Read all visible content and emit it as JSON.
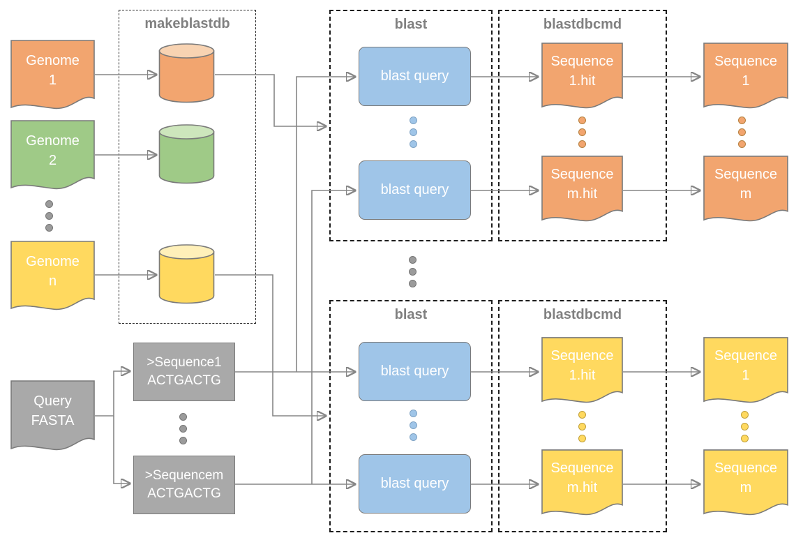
{
  "palette": {
    "orange": "#F2A56F",
    "orange-light": "#F8D3B2",
    "green": "#9FCA87",
    "green-light": "#CDE6BC",
    "yellow": "#FFD95F",
    "yellow-light": "#FFF0B9",
    "blue": "#9FC5E8",
    "gray-node": "#A9A9A9",
    "stroke": "#7a7a7a",
    "connector": "#868686",
    "group-label": "#808080",
    "dot-gray": "#9b9b9b",
    "node-text": "#ffffff"
  },
  "groups": {
    "makeblastdb": "makeblastdb",
    "blast": "blast",
    "blastdbcmd": "blastdbcmd"
  },
  "inputs": {
    "genome_1": [
      "Genome",
      "1"
    ],
    "genome_2": [
      "Genome",
      "2"
    ],
    "genome_n": [
      "Genome",
      "n"
    ],
    "query_fasta": [
      "Query",
      "FASTA"
    ]
  },
  "query_split": {
    "seq_1": [
      ">Sequence1",
      "ACTGACTG"
    ],
    "seq_m": [
      ">Sequencem",
      "ACTGACTG"
    ]
  },
  "process": {
    "blast_query": "blast query"
  },
  "outputs": {
    "hit_1": [
      "Sequence",
      "1.hit"
    ],
    "hit_m": [
      "Sequence",
      "m.hit"
    ],
    "seq_1": [
      "Sequence",
      "1"
    ],
    "seq_m": [
      "Sequence",
      "m"
    ]
  }
}
